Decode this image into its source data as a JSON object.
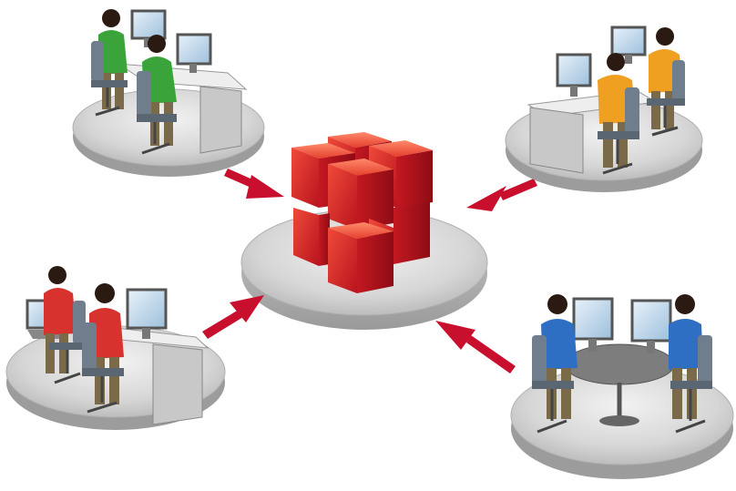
{
  "diagram": {
    "center": {
      "name": "cube-stack",
      "color": "#d9202a",
      "platform_color": "#d4d4d4"
    },
    "workgroups": [
      {
        "name": "workgroup-top-left",
        "shirt_color": "#3aa43a",
        "people": 2
      },
      {
        "name": "workgroup-top-right",
        "shirt_color": "#f0a020",
        "people": 2
      },
      {
        "name": "workgroup-bottom-left",
        "shirt_color": "#d8322e",
        "people": 2
      },
      {
        "name": "workgroup-bottom-right",
        "shirt_color": "#2e6fc4",
        "people": 2
      }
    ],
    "arrow_color": "#c8102e",
    "arrow_direction": "toward-center"
  }
}
